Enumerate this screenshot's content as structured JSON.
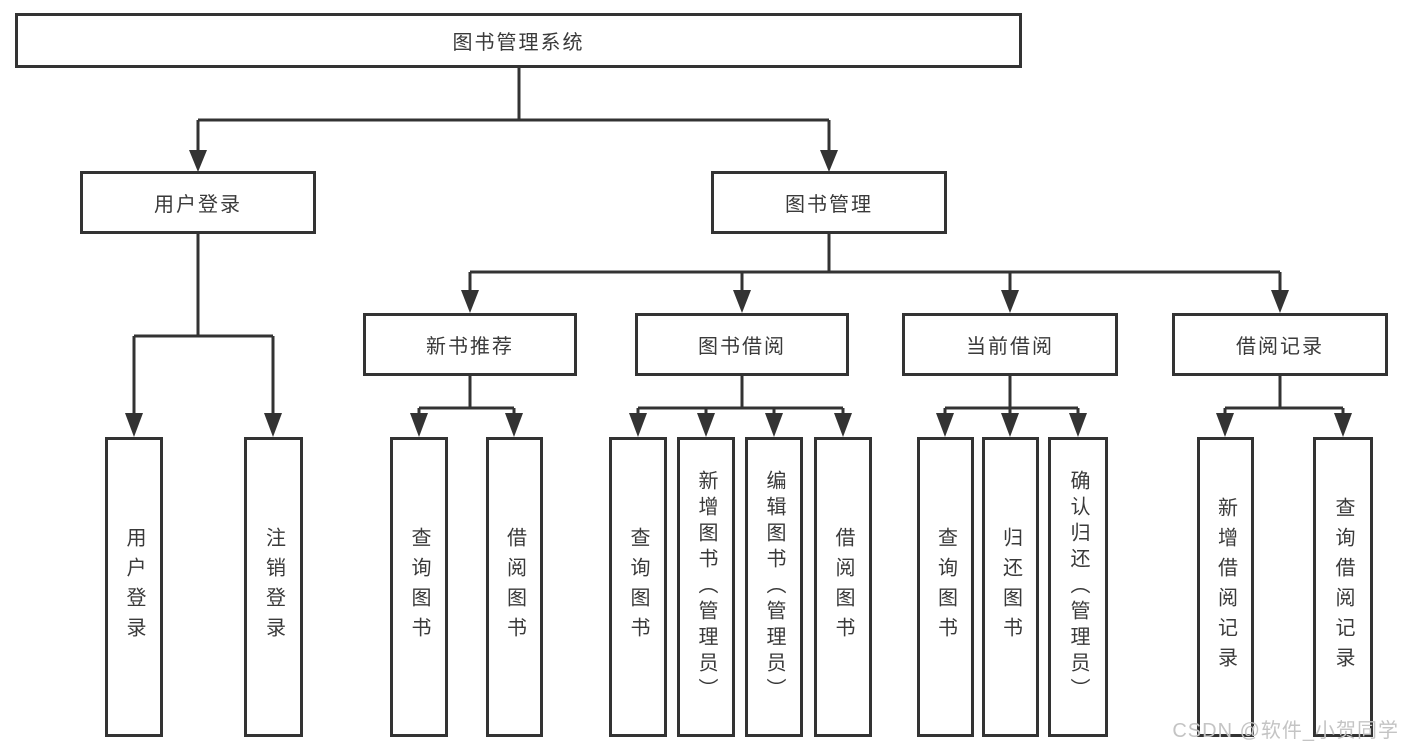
{
  "tree": {
    "root": {
      "label": "图书管理系统"
    },
    "branches": [
      {
        "label": "用户登录",
        "children": [
          {
            "label": "用户登录"
          },
          {
            "label": "注销登录"
          }
        ]
      },
      {
        "label": "图书管理",
        "children": [
          {
            "label": "新书推荐",
            "children": [
              {
                "label": "查询图书"
              },
              {
                "label": "借阅图书"
              }
            ]
          },
          {
            "label": "图书借阅",
            "children": [
              {
                "label": "查询图书"
              },
              {
                "label": "新增图书（管理员）"
              },
              {
                "label": "编辑图书（管理员）"
              },
              {
                "label": "借阅图书"
              }
            ]
          },
          {
            "label": "当前借阅",
            "children": [
              {
                "label": "查询图书"
              },
              {
                "label": "归还图书"
              },
              {
                "label": "确认归还（管理员）"
              }
            ]
          },
          {
            "label": "借阅记录",
            "children": [
              {
                "label": "新增借阅记录"
              },
              {
                "label": "查询借阅记录"
              }
            ]
          }
        ]
      }
    ]
  },
  "watermark": "CSDN @软件_小贺同学",
  "colors": {
    "line": "#333333",
    "text": "#3a3a3a",
    "watermark": "#c4c4c4",
    "background": "#ffffff"
  }
}
